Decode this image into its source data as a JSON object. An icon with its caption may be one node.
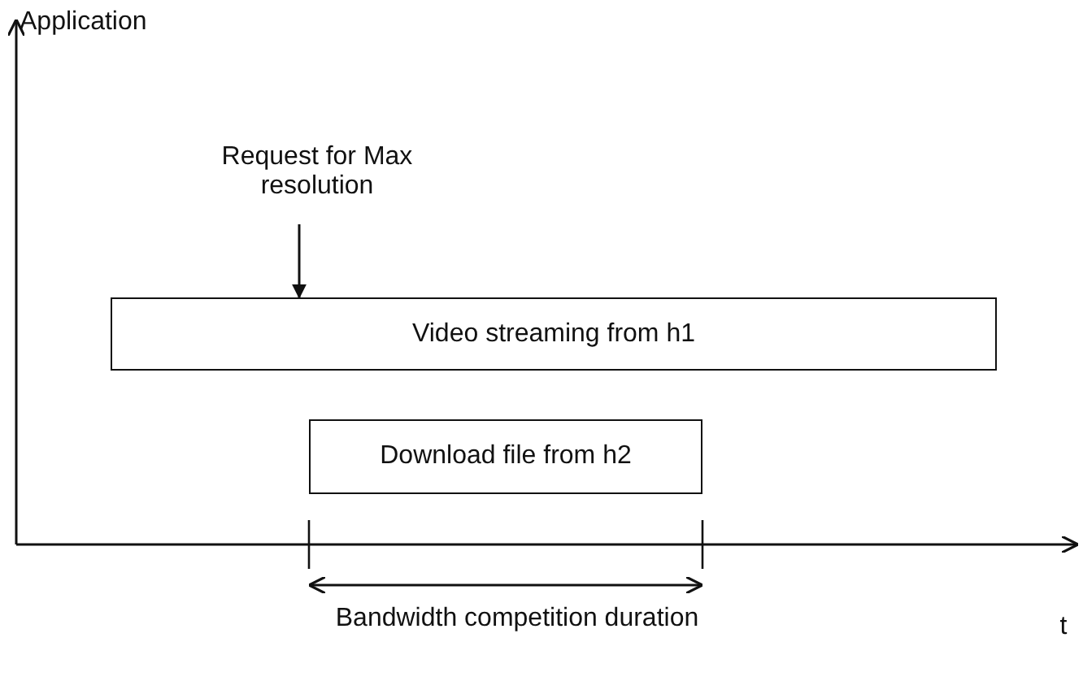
{
  "diagram": {
    "nodes": [
      {
        "text": [
          "Request for Max resolution"
        ]
      },
      {
        "text": [
          "Video streaming from h1"
        ]
      },
      {
        "text": [
          "Download file from h2"
        ]
      }
    ],
    "edges": [
      {
        "from": 0,
        "to": 1,
        "arrow": "to"
      }
    ],
    "labels": [
      "Application",
      "t",
      "Bandwidth competition duration"
    ]
  }
}
